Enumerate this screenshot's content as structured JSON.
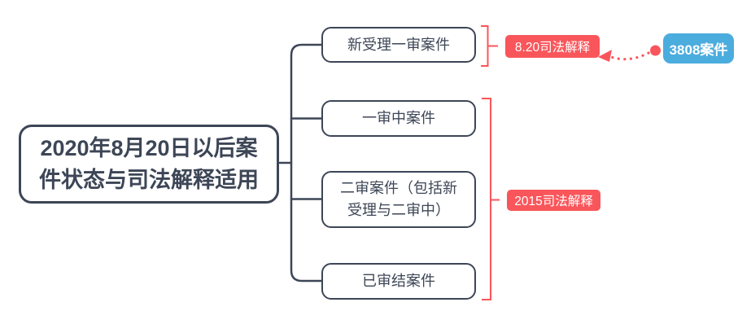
{
  "root": {
    "lines": [
      "2020年8月20日以后案",
      "件状态与司法解释适用"
    ]
  },
  "children": [
    {
      "label": "新受理一审案件"
    },
    {
      "label": "一审中案件"
    },
    {
      "lines": [
        "二审案件（包括新",
        "受理与二审中）"
      ]
    },
    {
      "label": "已审结案件"
    }
  ],
  "labels": {
    "top_rule": "8.20司法解释",
    "bottom_rule": "2015司法解释",
    "callout": "3808案件"
  },
  "colors": {
    "node_outline": "#3D4656",
    "rule_red": "#F9565B",
    "callout_blue": "#4BACDE",
    "background": "#FFFFFF"
  }
}
